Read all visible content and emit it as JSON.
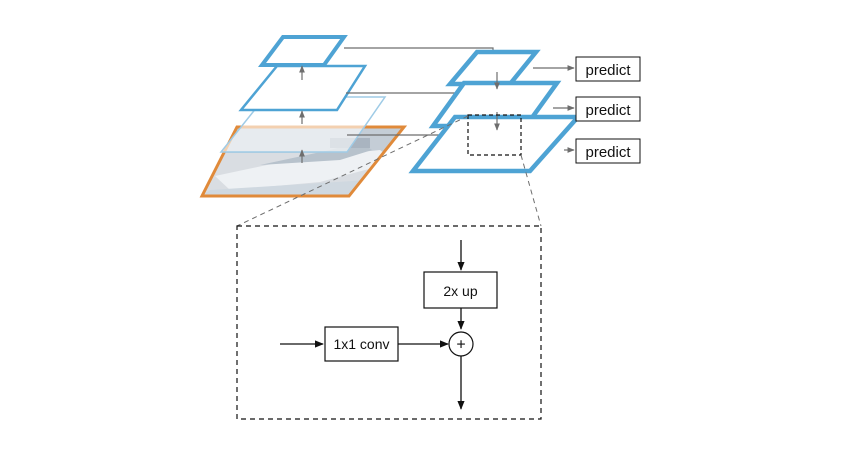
{
  "diagram": {
    "predict_labels": [
      "predict",
      "predict",
      "predict"
    ],
    "upsample_label": "2x up",
    "lateral_label": "1x1 conv",
    "merge_symbol": "+"
  },
  "colors": {
    "pyramid_blue": "#4ea3d4",
    "pyramid_light_blue": "#9fcbe6",
    "image_border_orange": "#e08a3a",
    "arrow_gray": "#6e6e6e",
    "line_black": "#111111"
  }
}
